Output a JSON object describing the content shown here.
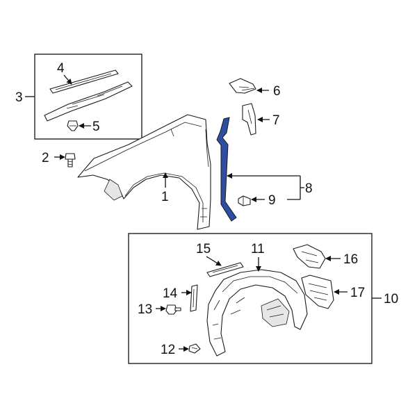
{
  "diagram": {
    "highlight_color": "#2f4ea3",
    "line_color": "#111111",
    "background": "#ffffff",
    "callouts": [
      {
        "id": "1",
        "text": "1"
      },
      {
        "id": "2",
        "text": "2"
      },
      {
        "id": "3",
        "text": "3"
      },
      {
        "id": "4",
        "text": "4"
      },
      {
        "id": "5",
        "text": "5"
      },
      {
        "id": "6",
        "text": "6"
      },
      {
        "id": "7",
        "text": "7"
      },
      {
        "id": "8",
        "text": "8"
      },
      {
        "id": "9",
        "text": "9"
      },
      {
        "id": "10",
        "text": "10"
      },
      {
        "id": "11",
        "text": "11"
      },
      {
        "id": "12",
        "text": "12"
      },
      {
        "id": "13",
        "text": "13"
      },
      {
        "id": "14",
        "text": "14"
      },
      {
        "id": "15",
        "text": "15"
      },
      {
        "id": "16",
        "text": "16"
      },
      {
        "id": "17",
        "text": "17"
      }
    ]
  }
}
